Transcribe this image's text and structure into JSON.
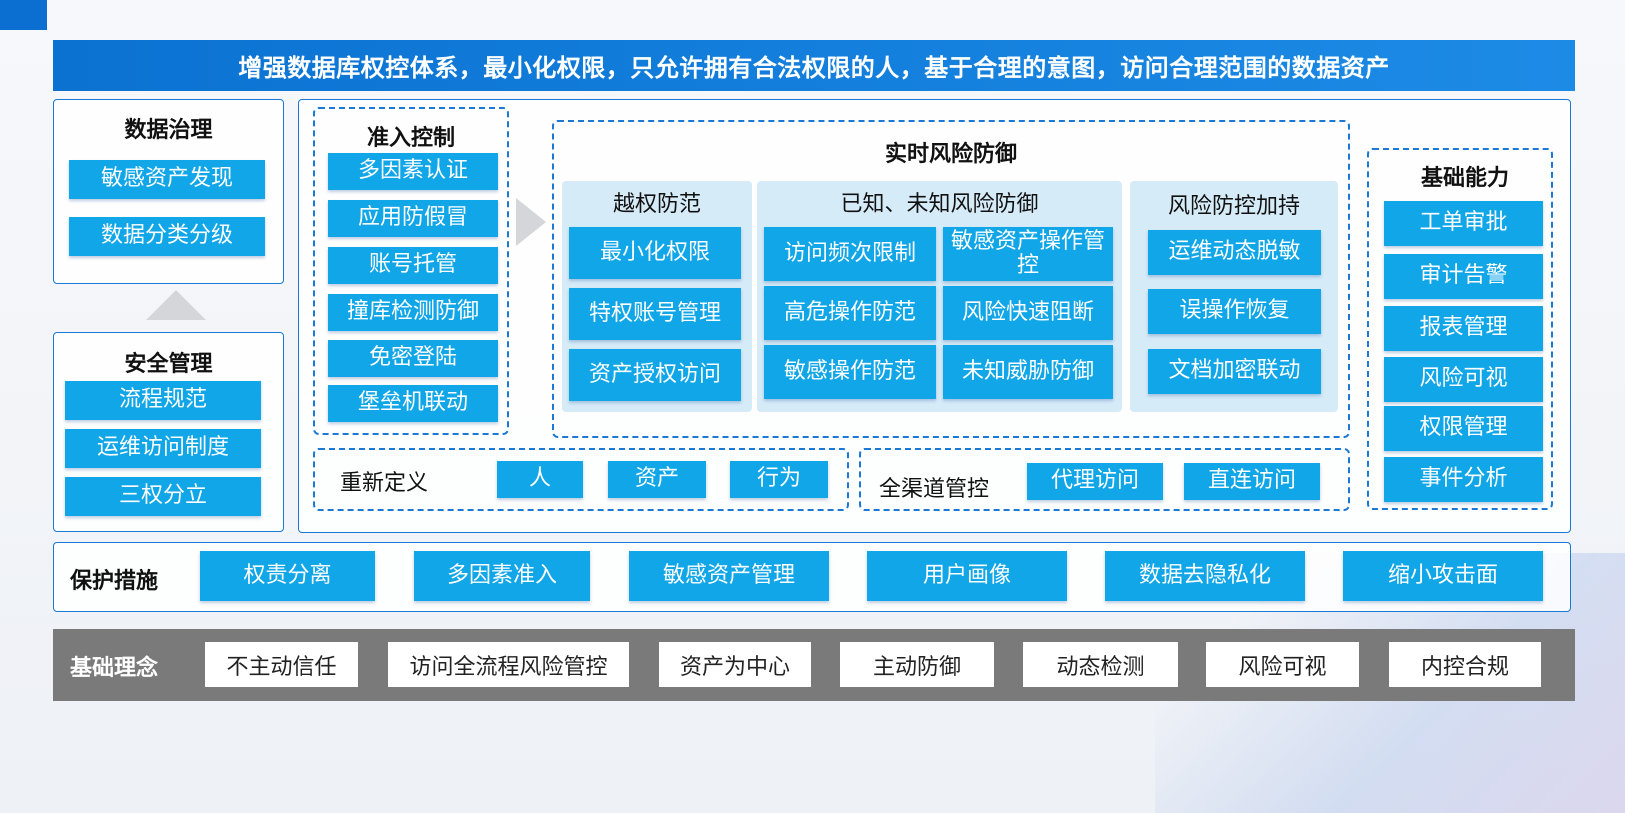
{
  "banner": "增强数据库权控体系，最小化权限，只允许拥有合法权限的人，基于合理的意图，访问合理范围的数据资产",
  "data_governance": {
    "title": "数据治理",
    "items": [
      "敏感资产发现",
      "数据分类分级"
    ]
  },
  "security_management": {
    "title": "安全管理",
    "items": [
      "流程规范",
      "运维访问制度",
      "三权分立"
    ]
  },
  "access_control": {
    "title": "准入控制",
    "items": [
      "多因素认证",
      "应用防假冒",
      "账号托管",
      "撞库检测防御",
      "免密登陆",
      "堡垒机联动"
    ]
  },
  "realtime_defense": {
    "title": "实时风险防御",
    "privilege": {
      "title": "越权防范",
      "items": [
        "最小化权限",
        "特权账号管理",
        "资产授权访问"
      ]
    },
    "known_unknown": {
      "title": "已知、未知风险防御",
      "left": [
        "访问频次限制",
        "高危操作防范",
        "敏感操作防范"
      ],
      "right": [
        "敏感资产操作管控",
        "风险快速阻断",
        "未知威胁防御"
      ]
    },
    "enhance": {
      "title": "风险防控加持",
      "items": [
        "运维动态脱敏",
        "误操作恢复",
        "文档加密联动"
      ]
    }
  },
  "redefine": {
    "label": "重新定义",
    "items": [
      "人",
      "资产",
      "行为"
    ]
  },
  "all_channel": {
    "label": "全渠道管控",
    "items": [
      "代理访问",
      "直连访问"
    ]
  },
  "basic_capability": {
    "title": "基础能力",
    "items": [
      "工单审批",
      "审计告警",
      "报表管理",
      "风险可视",
      "权限管理",
      "事件分析"
    ]
  },
  "protection": {
    "label": "保护措施",
    "items": [
      "权责分离",
      "多因素准入",
      "敏感资产管理",
      "用户画像",
      "数据去隐私化",
      "缩小攻击面"
    ]
  },
  "concepts": {
    "label": "基础理念",
    "items": [
      "不主动信任",
      "访问全流程风险管控",
      "资产为中心",
      "主动防御",
      "动态检测",
      "风险可视",
      "内控合规"
    ]
  },
  "colors": {
    "banner": "#0b72d2",
    "button": "#11a6e8",
    "border": "#1b78d4",
    "soft_panel": "#d6ebf8",
    "concept_bar": "#7a7a7a"
  }
}
